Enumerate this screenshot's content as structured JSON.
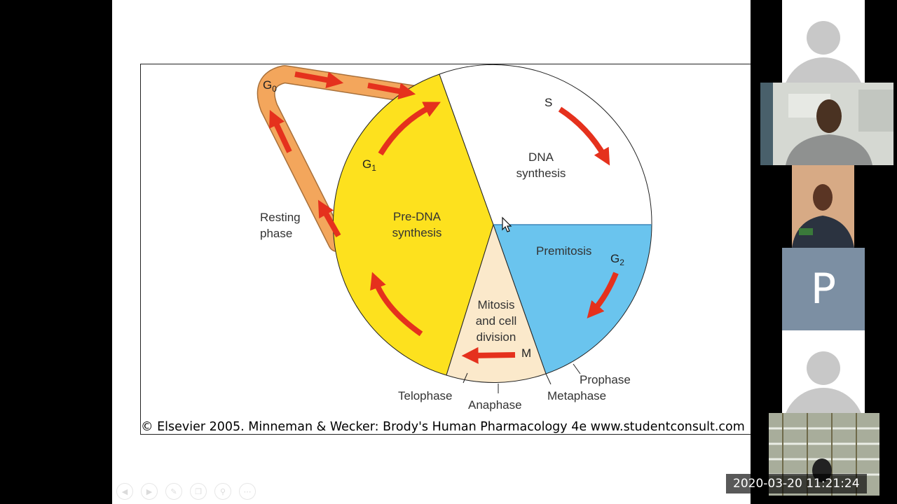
{
  "diagram": {
    "phases": {
      "g0": "G",
      "g0_sub": "0",
      "g1": "G",
      "g1_sub": "1",
      "g2": "G",
      "g2_sub": "2",
      "s": "S",
      "m": "M"
    },
    "labels": {
      "resting_1": "Resting",
      "resting_2": "phase",
      "predna_1": "Pre-DNA",
      "predna_2": "synthesis",
      "dna_1": "DNA",
      "dna_2": "synthesis",
      "premitosis": "Premitosis",
      "mitosis_1": "Mitosis",
      "mitosis_2": "and cell",
      "mitosis_3": "division",
      "prophase": "Prophase",
      "metaphase": "Metaphase",
      "anaphase": "Anaphase",
      "telophase": "Telophase"
    },
    "credit": "© Elsevier 2005. Minneman & Wecker: Brody's Human Pharmacology 4e www.studentconsult.com"
  },
  "participants": [
    {
      "type": "avatar"
    },
    {
      "type": "video"
    },
    {
      "type": "video"
    },
    {
      "type": "initial",
      "letter": "P"
    },
    {
      "type": "avatar"
    },
    {
      "type": "video"
    }
  ],
  "timestamp": "2020-03-20 11:21:24",
  "icons": [
    "prev-icon",
    "next-icon",
    "pen-icon",
    "copy-icon",
    "zoom-icon",
    "more-icon",
    "cursor-icon",
    "user-silhouette-icon"
  ],
  "colors": {
    "yellow": "#fde11e",
    "blue": "#6ac4ee",
    "peach": "#fbe9cb",
    "orange": "#f3a65c",
    "arrow_red": "#e5311d",
    "tile_initial": "#7c8fa3"
  }
}
